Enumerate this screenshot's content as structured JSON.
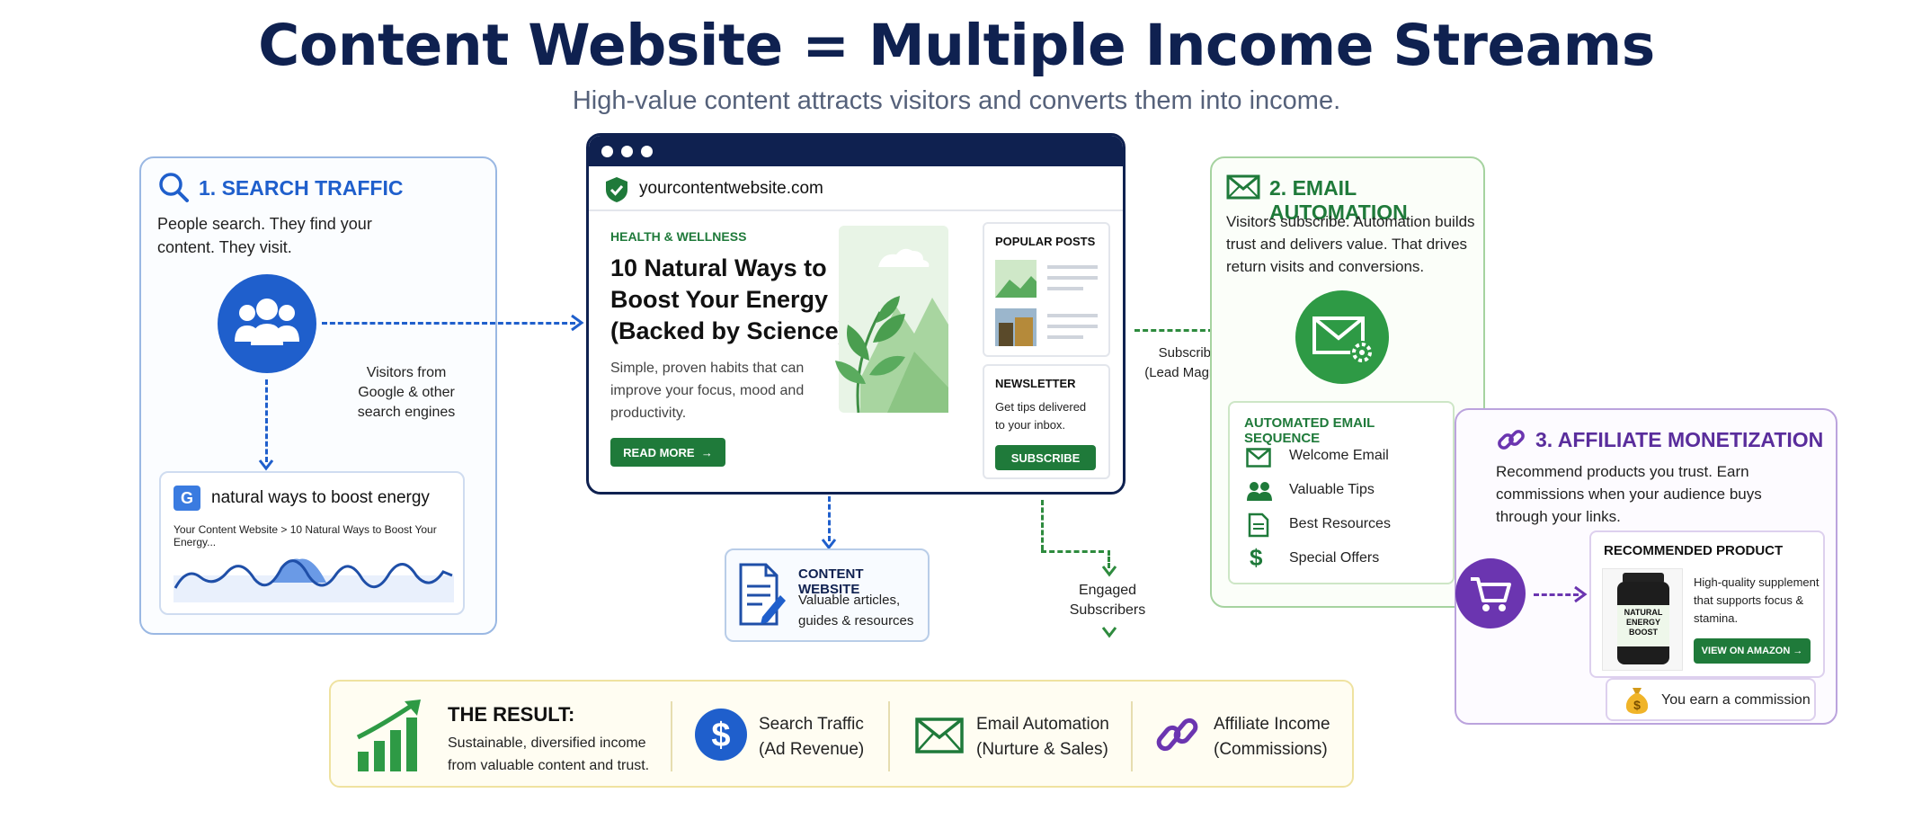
{
  "header": {
    "title": "Content Website = Multiple Income Streams",
    "subtitle": "High-value content attracts visitors and converts them into income."
  },
  "colors": {
    "navy": "#0f2150",
    "blue": "#1f5fcc",
    "green": "#1f7a3a",
    "purple": "#6b35b0"
  },
  "search": {
    "title": "1. SEARCH TRAFFIC",
    "desc_1": "People search. They find your",
    "desc_2": "content. They visit.",
    "visitors_1": "Visitors from",
    "visitors_2": "Google & other",
    "visitors_3": "search engines",
    "query": "natural ways to boost energy",
    "result_line": "Your Content Website > 10 Natural Ways to Boost Your Energy..."
  },
  "website": {
    "url": "yourcontentwebsite.com",
    "category": "HEALTH & WELLNESS",
    "headline_1": "10 Natural Ways to",
    "headline_2": "Boost Your Energy",
    "headline_3": "(Backed by Science)",
    "summary_1": "Simple, proven habits that can",
    "summary_2": "improve your focus, mood and",
    "summary_3": "productivity.",
    "read_more": "READ MORE",
    "popular_title": "POPULAR POSTS",
    "newsletter_title": "NEWSLETTER",
    "newsletter_1": "Get tips delivered",
    "newsletter_2": "to your inbox.",
    "subscribe_btn": "SUBSCRIBE"
  },
  "content_box": {
    "title": "CONTENT WEBSITE",
    "line_1": "Valuable articles,",
    "line_2": "guides & resources"
  },
  "subscribe_note": {
    "line_1": "Subscribe",
    "line_2": "(Lead Magnet)"
  },
  "engaged_note": {
    "line_1": "Engaged",
    "line_2": "Subscribers"
  },
  "email": {
    "title": "2. EMAIL AUTOMATION",
    "desc_1": "Visitors subscribe. Automation builds",
    "desc_2": "trust and delivers value. That drives",
    "desc_3": "return visits and conversions.",
    "sequence_title": "AUTOMATED EMAIL SEQUENCE",
    "sequence": [
      "Welcome Email",
      "Valuable Tips",
      "Best Resources",
      "Special Offers"
    ]
  },
  "affiliate": {
    "title": "3. AFFILIATE MONETIZATION",
    "desc_1": "Recommend products you trust. Earn",
    "desc_2": "commissions when your audience buys",
    "desc_3": "through your links.",
    "product_title": "RECOMMENDED PRODUCT",
    "product_label_1": "NATURAL",
    "product_label_2": "ENERGY",
    "product_label_3": "BOOST",
    "product_desc_1": "High-quality supplement",
    "product_desc_2": "that supports focus &",
    "product_desc_3": "stamina.",
    "amazon_btn": "VIEW ON AMAZON",
    "commission": "You earn a commission"
  },
  "result": {
    "title": "THE RESULT:",
    "desc_1": "Sustainable, diversified income",
    "desc_2": "from valuable content and trust.",
    "streams": [
      {
        "line_1": "Search Traffic",
        "line_2": "(Ad Revenue)"
      },
      {
        "line_1": "Email Automation",
        "line_2": "(Nurture & Sales)"
      },
      {
        "line_1": "Affiliate Income",
        "line_2": "(Commissions)"
      }
    ]
  }
}
